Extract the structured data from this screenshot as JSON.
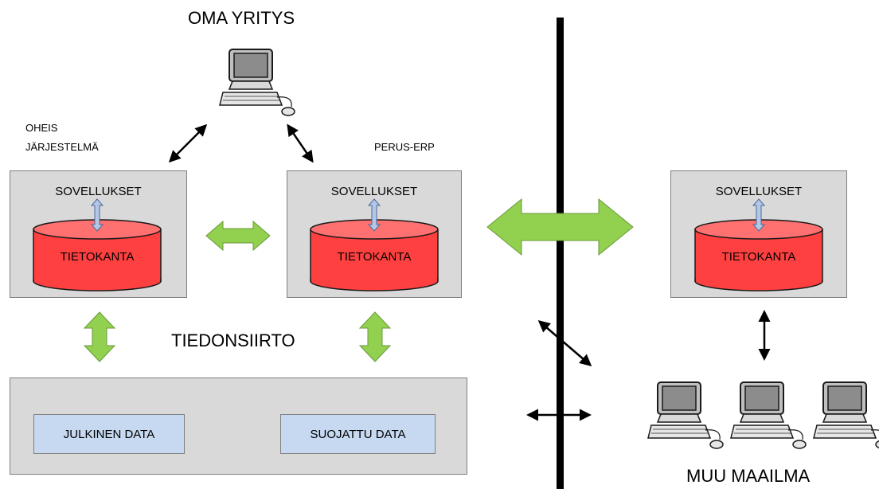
{
  "header": {
    "title": "OMA YRITYS"
  },
  "labels": {
    "oheis_line1": "OHEIS",
    "oheis_line2": "JÄRJESTELMÄ",
    "perus_erp": "PERUS-ERP",
    "tiedonsiirto": "TIEDONSIIRTO",
    "muu_maailma": "MUU MAAILMA"
  },
  "systems": [
    {
      "apps_label": "SOVELLUKSET",
      "db_label": "TIETOKANTA"
    },
    {
      "apps_label": "SOVELLUKSET",
      "db_label": "TIETOKANTA"
    },
    {
      "apps_label": "SOVELLUKSET",
      "db_label": "TIETOKANTA"
    }
  ],
  "data_boxes": {
    "public": "JULKINEN DATA",
    "protected": "SUOJATTU DATA"
  },
  "colors": {
    "box_fill": "#d9d9d9",
    "database_red": "#ff4040",
    "green_arrow": "#92d050",
    "blue_box": "#c6d9f1"
  },
  "icons": [
    "computer-icon"
  ]
}
